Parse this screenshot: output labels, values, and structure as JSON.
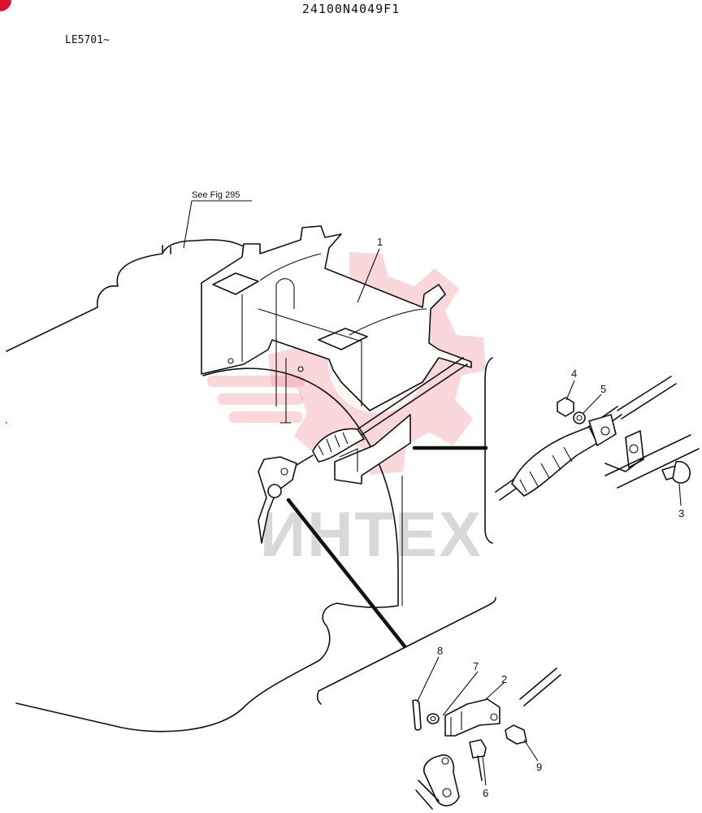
{
  "header": {
    "part_number": "24100N4049F1",
    "serial_range": "LE5701~"
  },
  "reference": {
    "label": "See Fig 295"
  },
  "watermark": {
    "text": "ИНТЕХ"
  },
  "callouts": [
    {
      "id": "callout-1",
      "label": "1"
    },
    {
      "id": "callout-2",
      "label": "2"
    },
    {
      "id": "callout-3",
      "label": "3"
    },
    {
      "id": "callout-4",
      "label": "4"
    },
    {
      "id": "callout-5",
      "label": "5"
    },
    {
      "id": "callout-6",
      "label": "6"
    },
    {
      "id": "callout-7",
      "label": "7"
    },
    {
      "id": "callout-8",
      "label": "8"
    },
    {
      "id": "callout-9",
      "label": "9"
    }
  ],
  "colors": {
    "accent": "#d8122e",
    "watermark": "#f2a6ad",
    "ink": "#111111"
  }
}
